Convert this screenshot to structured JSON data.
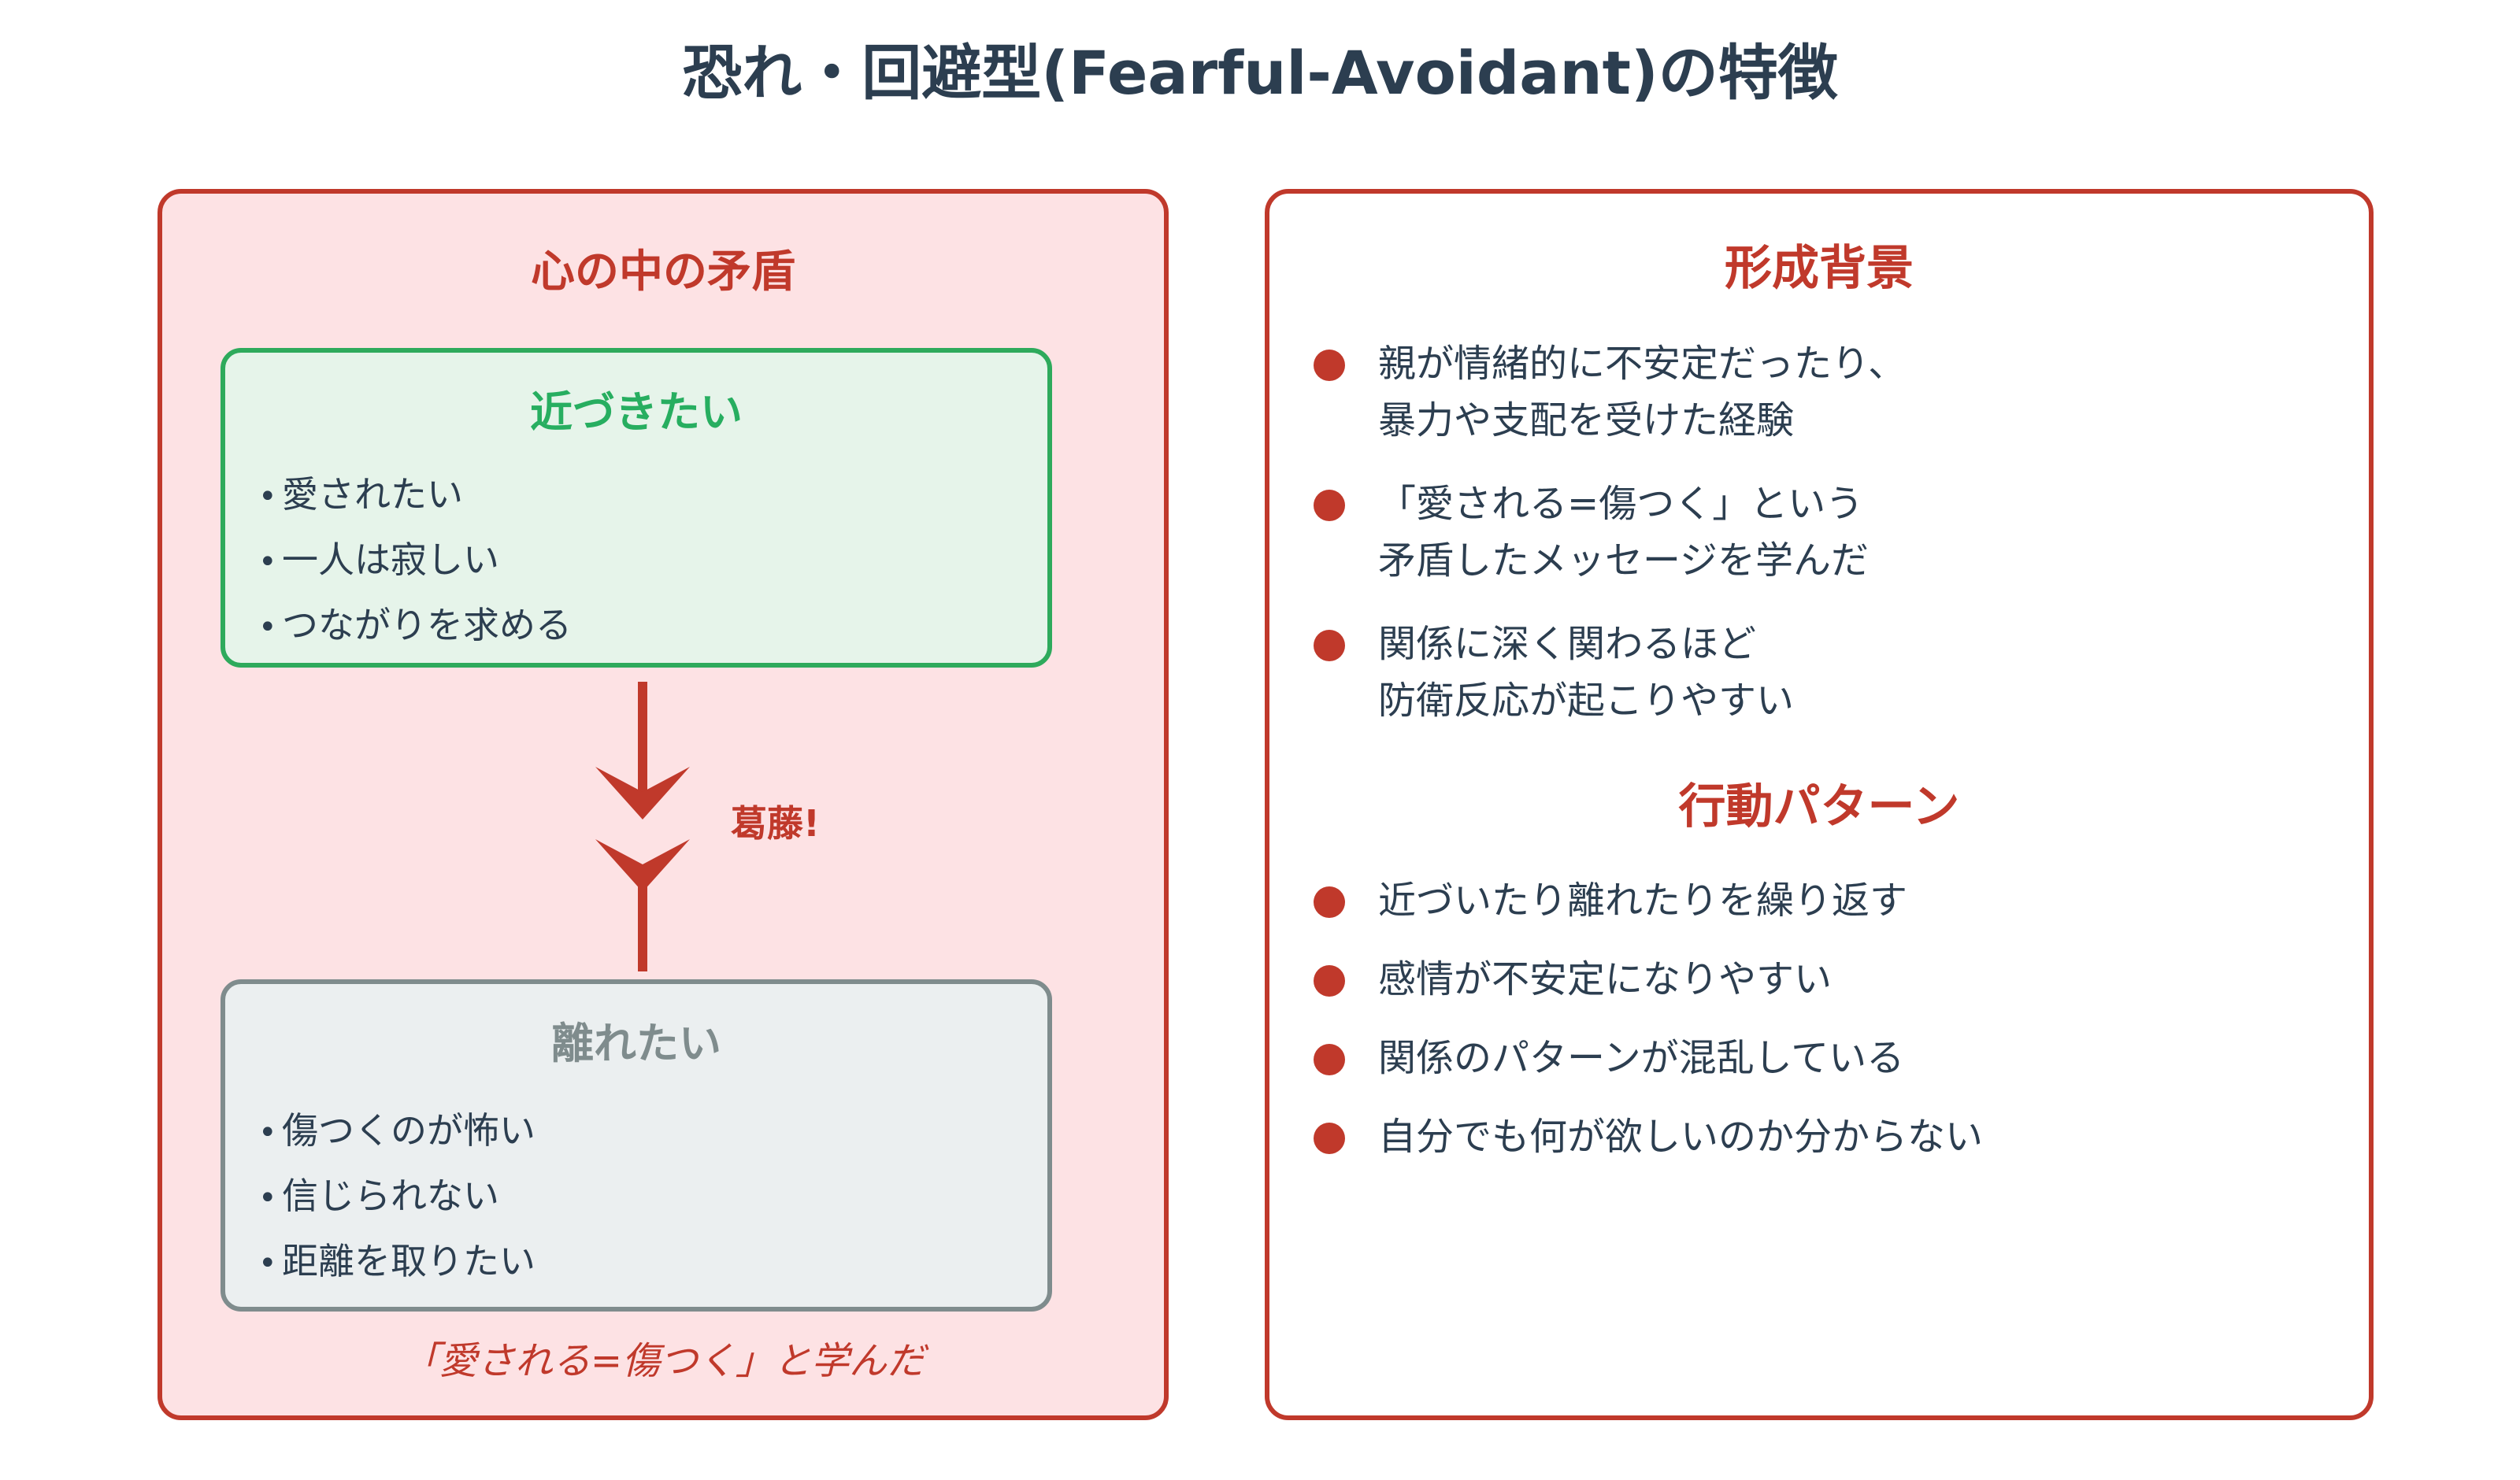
{
  "title": "恐れ・回避型(Fearful-Avoidant)の特徴",
  "colors": {
    "accent": "#c0392b",
    "approach": "#27ae60",
    "withdraw": "#7f8c8d",
    "text": "#2c3e50",
    "left_panel_bg": "#fde2e4"
  },
  "left_panel": {
    "heading": "心の中の矛盾",
    "approach_box": {
      "heading": "近づきたい",
      "items": [
        "愛されたい",
        "一人は寂しい",
        "つながりを求める"
      ]
    },
    "conflict_label": "葛藤!",
    "withdraw_box": {
      "heading": "離れたい",
      "items": [
        "傷つくのが怖い",
        "信じられない",
        "距離を取りたい"
      ]
    },
    "note": "「愛される=傷つく」と学んだ"
  },
  "right_panel": {
    "background": {
      "heading": "形成背景",
      "items": [
        [
          "親が情緒的に不安定だったり、",
          "暴力や支配を受けた経験"
        ],
        [
          "「愛される=傷つく」という",
          "矛盾したメッセージを学んだ"
        ],
        [
          "関係に深く関わるほど",
          "防衛反応が起こりやすい"
        ]
      ]
    },
    "behavior": {
      "heading": "行動パターン",
      "items": [
        "近づいたり離れたりを繰り返す",
        "感情が不安定になりやすい",
        "関係のパターンが混乱している",
        "自分でも何が欲しいのか分からない"
      ]
    }
  }
}
